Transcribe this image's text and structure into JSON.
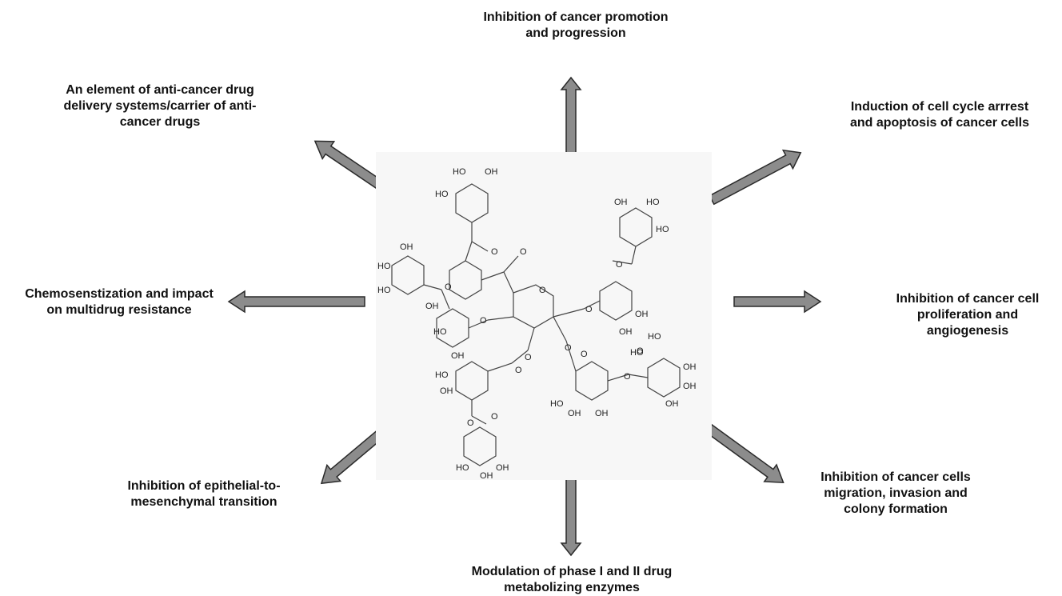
{
  "labels": {
    "top": [
      "Inhibition of cancer promotion",
      "and progression"
    ],
    "top_left": [
      "An element of anti-cancer drug",
      "delivery systems/carrier of anti-",
      "cancer drugs"
    ],
    "top_right": [
      "Induction of cell cycle arrrest",
      "and apoptosis of cancer cells"
    ],
    "left": [
      "Chemosenstization and impact",
      "on multidrug resistance"
    ],
    "right": [
      "Inhibition of cancer cell",
      "proliferation and",
      "angiogenesis"
    ],
    "bottom_left": [
      "Inhibition of epithelial-to-",
      "mesenchymal transition"
    ],
    "bottom_right": [
      "Inhibition of cancer cells",
      "migration, invasion and",
      "colony formation"
    ],
    "bottom": [
      "Modulation of phase I and II drug",
      "metabolizing enzymes"
    ]
  },
  "molecule": {
    "atom_labels": [
      "HO",
      "OH",
      "HO",
      "O",
      "OH",
      "HO",
      "OH",
      "HO",
      "O",
      "HO",
      "O",
      "O",
      "OH",
      "HO",
      "O",
      "O",
      "O",
      "OH",
      "O",
      "O",
      "OH",
      "HO",
      "O",
      "O",
      "O",
      "OH",
      "HO",
      "O",
      "O",
      "OH",
      "HO",
      "OH",
      "HO",
      "OH",
      "HO",
      "OH",
      "OH",
      "O",
      "HO",
      "OH",
      "OH",
      "OH"
    ]
  },
  "colors": {
    "arrow_fill": "#8c8c8c",
    "arrow_stroke": "#2a2a2a",
    "molecule_bg": "#f7f7f7"
  }
}
